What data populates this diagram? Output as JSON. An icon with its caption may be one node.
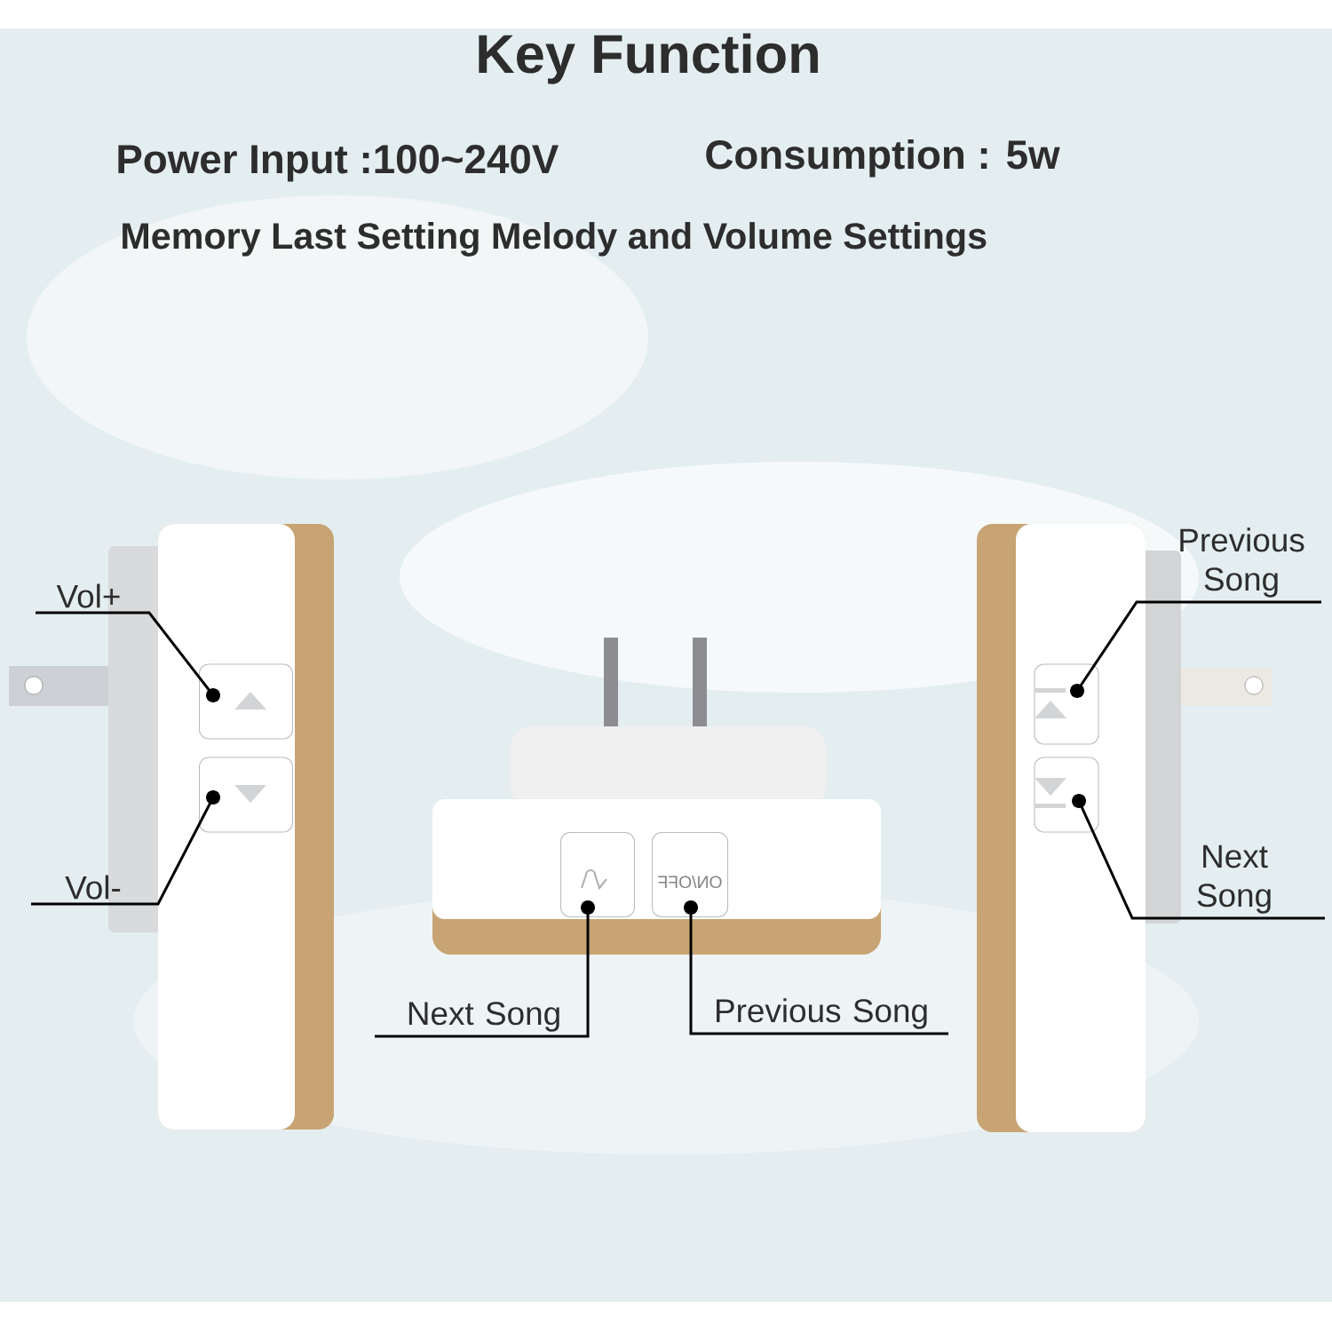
{
  "diagram": {
    "title": "Key Function",
    "nodes": [
      {
        "text": [
          "Vol+"
        ]
      },
      {
        "text": [
          "Vol-"
        ]
      },
      {
        "text": [
          "Previous Song"
        ]
      },
      {
        "text": [
          "Next Song"
        ]
      },
      {
        "text": [
          "Next Song"
        ]
      },
      {
        "text": [
          "Previous Song"
        ]
      },
      {
        "text": [],
        "shape": "box"
      },
      {
        "text": [],
        "shape": "box"
      },
      {
        "text": [],
        "shape": "box"
      },
      {
        "text": [],
        "shape": "box"
      },
      {
        "text": [],
        "shape": "box"
      },
      {
        "text": [],
        "shape": "box"
      }
    ],
    "edges": [
      {
        "from": 0,
        "to": 6,
        "arrow": "other"
      },
      {
        "from": 1,
        "to": 7,
        "arrow": "other"
      },
      {
        "from": 2,
        "to": 8,
        "arrow": "other"
      },
      {
        "from": 3,
        "to": 9,
        "arrow": "other"
      },
      {
        "from": 4,
        "to": 10,
        "arrow": "other"
      },
      {
        "from": 5,
        "to": 11,
        "arrow": "other"
      }
    ],
    "labels": [
      "Power Input :100~240V",
      "Consumption : 5w",
      "Memory Last Setting Melody and Volume Settings",
      "ON/OFF"
    ]
  }
}
